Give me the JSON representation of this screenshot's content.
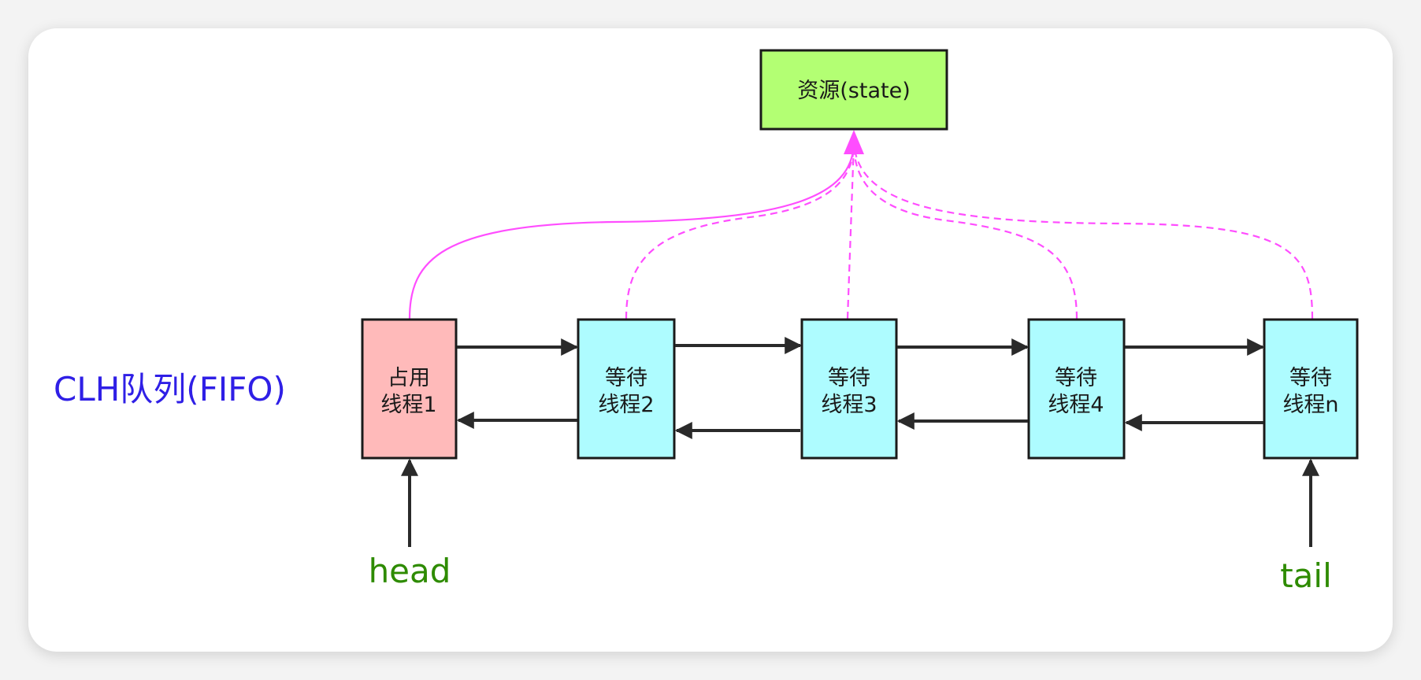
{
  "resource": {
    "label": "资源(state)",
    "color": "#b3ff73"
  },
  "queue_label": {
    "text": "CLH队列(FIFO)",
    "color": "#2f1fe6"
  },
  "nodes": [
    {
      "line1": "占用",
      "line2": "线程1",
      "color": "#ffbaba"
    },
    {
      "line1": "等待",
      "line2": "线程2",
      "color": "#aefcff"
    },
    {
      "line1": "等待",
      "line2": "线程3",
      "color": "#aefcff"
    },
    {
      "line1": "等待",
      "line2": "线程4",
      "color": "#aefcff"
    },
    {
      "line1": "等待",
      "line2": "线程n",
      "color": "#aefcff"
    }
  ],
  "pointers": {
    "head": {
      "text": "head",
      "color": "#2e8b00"
    },
    "tail": {
      "text": "tail",
      "color": "#2e8b00"
    }
  },
  "link_color": "#ff4dff",
  "arrow_color": "#2a2a2a"
}
